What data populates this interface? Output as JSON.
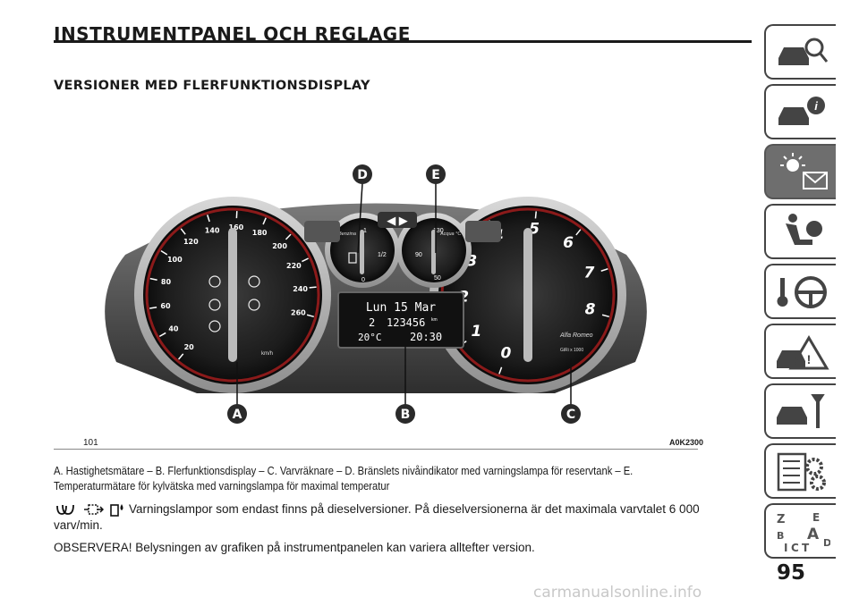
{
  "header": {
    "title": "INSTRUMENTPANEL OCH REGLAGE",
    "subtitle": "VERSIONER MED FLERFUNKTIONSDISPLAY"
  },
  "figure": {
    "number": "101",
    "code": "A0K2300",
    "callouts": [
      "A",
      "B",
      "C",
      "D",
      "E"
    ],
    "speedometer_ticks": [
      "20",
      "40",
      "60",
      "80",
      "100",
      "120",
      "140",
      "160",
      "180",
      "200",
      "220",
      "240",
      "260"
    ],
    "speed_unit": "km/h",
    "tach_ticks": [
      "0",
      "1",
      "2",
      "3",
      "4",
      "5",
      "6",
      "7",
      "8"
    ],
    "tach_unit": "GiRi x 1000",
    "fuel_label": "Benzina",
    "fuel_ticks": [
      "0",
      "1/2",
      "1"
    ],
    "temp_label": "Acqua °C",
    "temp_ticks": [
      "50",
      "90",
      "130"
    ],
    "display": {
      "line1": "Lun 15 Mar",
      "odometer": "123456",
      "odometer_unit": "km",
      "gear": "2",
      "temperature": "20°C",
      "time": "20:30"
    },
    "brand": "Alfa Romeo"
  },
  "caption": {
    "line1": "A. Hastighetsmätare – B. Flerfunktionsdisplay – C. Varvräknare – D. Bränslets nivåindikator med varningslampa för reservtank – E.",
    "line2": "Temperaturmätare för kylvätska med varningslampa för maximal temperatur"
  },
  "body": {
    "warning_text_1": "Varningslampor som endast finns på dieselversioner. På dieselversionerna är det maximala varvtalet 6 000",
    "warning_text_2": "varv/min.",
    "note": "OBSERVERA! Belysningen av grafiken på instrumentpanelen kan variera alltefter version."
  },
  "icons": [
    "glow-plug-icon",
    "dpf-icon",
    "water-in-fuel-icon"
  ],
  "page_number": "95",
  "watermark": "carmanualsonline.info",
  "side_tabs": [
    "car-search-icon",
    "car-info-icon",
    "warning-light-message-icon",
    "airbag-seat-icon",
    "steering-key-icon",
    "car-accident-icon",
    "car-service-icon",
    "settings-list-icon",
    "alphabet-index-icon"
  ],
  "colors": {
    "accent": "#6e6e6e",
    "text": "#1a1a1a"
  }
}
